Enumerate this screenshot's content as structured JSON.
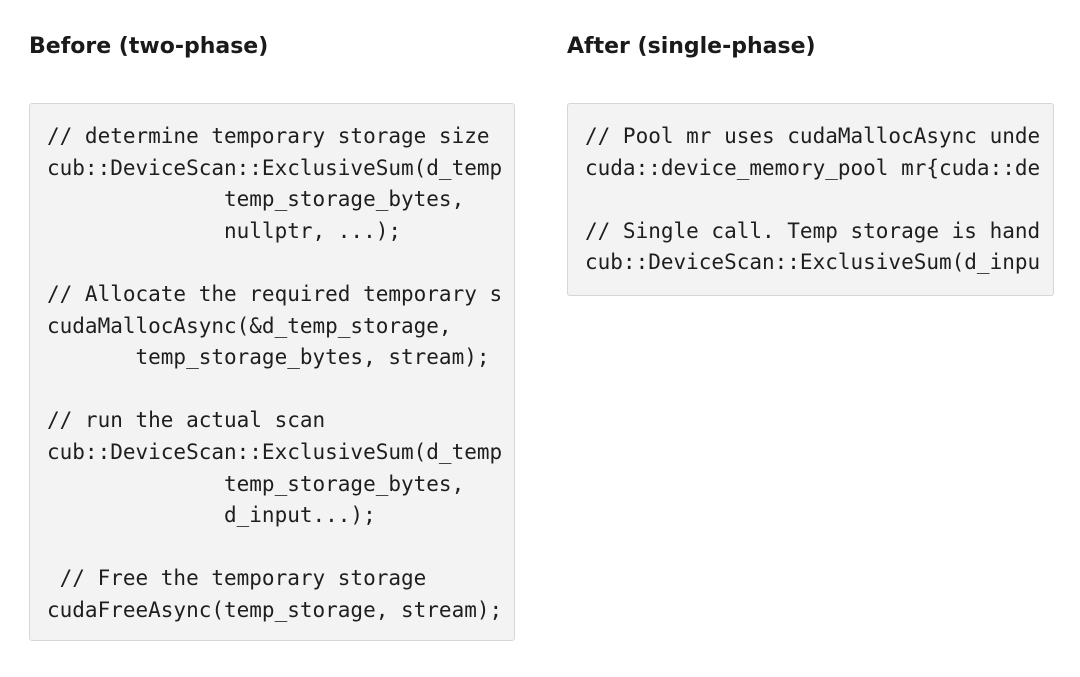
{
  "before": {
    "heading": "Before (two-phase)",
    "code": "// determine temporary storage size\ncub::DeviceScan::ExclusiveSum(d_temp\n              temp_storage_bytes,\n              nullptr, ...);\n\n// Allocate the required temporary s\ncudaMallocAsync(&d_temp_storage,\n       temp_storage_bytes, stream);\n\n// run the actual scan\ncub::DeviceScan::ExclusiveSum(d_temp\n              temp_storage_bytes,\n              d_input...);\n\n // Free the temporary storage\ncudaFreeAsync(temp_storage, stream);"
  },
  "after": {
    "heading": "After (single-phase)",
    "code": "// Pool mr uses cudaMallocAsync unde\ncuda::device_memory_pool mr{cuda::de\n\n// Single call. Temp storage is hand\ncub::DeviceScan::ExclusiveSum(d_inpu"
  }
}
